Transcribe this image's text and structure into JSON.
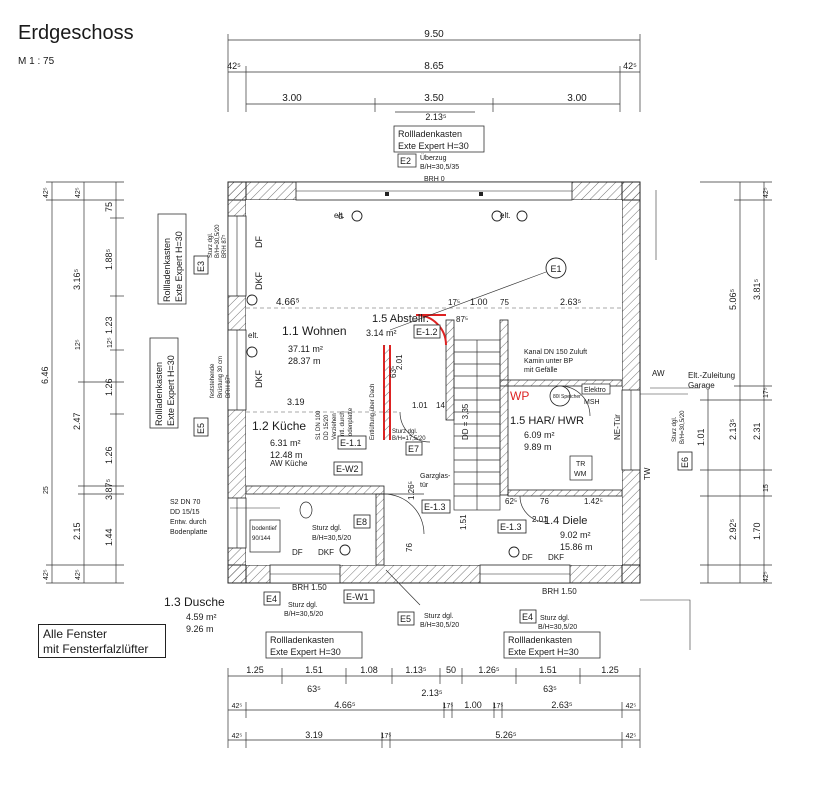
{
  "header": {
    "title": "Erdgeschoss",
    "scale": "M 1 : 75"
  },
  "note": {
    "line1": "Alle Fenster",
    "line2": "mit Fensterfalzlüfter"
  },
  "dims_top": {
    "total": "9.50",
    "inner": "8.65",
    "left_wall": "42⁵",
    "right_wall": "42⁵",
    "seg1": "3.00",
    "seg2": "3.50",
    "seg3": "3.00",
    "small": "2.13⁵"
  },
  "dims_bottom": {
    "row1": [
      "1.25",
      "1.51",
      "1.08",
      "1.13⁵",
      "50",
      "1.26⁵",
      "1.51",
      "1.25"
    ],
    "row1b": [
      "63⁵",
      "2.13⁵",
      "63⁵"
    ],
    "row2": [
      "42⁵",
      "4.66⁵",
      "17⁵",
      "1.00",
      "17⁵",
      "2.63⁵",
      "42⁵"
    ],
    "row3": [
      "42⁵",
      "3.19",
      "17⁵",
      "5.26⁵",
      "42⁵"
    ]
  },
  "dims_left": {
    "outer": "6.46",
    "mid": [
      "3.16⁵",
      "2.47",
      "2.15",
      "3.87⁵"
    ],
    "inner": [
      "75",
      "1.88⁵",
      "1.23",
      "1.26",
      "1.26",
      "1.44"
    ],
    "walls": [
      "42⁵",
      "42⁵",
      "12⁵",
      "12⁵",
      "25",
      "42⁵",
      "42⁵"
    ]
  },
  "dims_right": {
    "outer": "5.06⁵",
    "mid": [
      "3.81⁵",
      "2.31",
      "2.92⁵"
    ],
    "inner": [
      "2.13⁵",
      "1.01",
      "1.70"
    ],
    "walls": [
      "42⁵",
      "17⁵",
      "15",
      "42⁵"
    ]
  },
  "rooms": {
    "wohnen": {
      "name": "1.1 Wohnen",
      "area": "37.11 m²",
      "perimeter": "28.37 m"
    },
    "abstellr": {
      "name": "1.5 Abstellr.",
      "area": "3.14 m²"
    },
    "kueche": {
      "name": "1.2 Küche",
      "area": "6.31 m²",
      "perimeter": "12.48 m"
    },
    "har": {
      "name": "1.5 HAR/ HWR",
      "area": "6.09 m²",
      "perimeter": "9.89 m"
    },
    "diele": {
      "name": "1.4 Diele",
      "area": "9.02 m²",
      "perimeter": "15.86 m"
    },
    "dusche": {
      "name": "1.3 Dusche",
      "area": "4.59 m²",
      "perimeter": "9.26 m"
    }
  },
  "labels": {
    "rolladen_top": [
      "Rollladenkasten",
      "Exte Expert H=30"
    ],
    "rolladen_left1": [
      "Rollladenkasten",
      "Exte Expert H=30"
    ],
    "rolladen_left2": [
      "Rollladenkasten",
      "Exte Expert H=30"
    ],
    "rolladen_bottom1": [
      "Rollladenkasten",
      "Exte Expert H=30"
    ],
    "rolladen_bottom2": [
      "Rollladenkasten",
      "Exte Expert H=30"
    ],
    "e2": "E2",
    "e2_sub": [
      "Überzug",
      "B/H=30,5/35",
      "BRH 0"
    ],
    "e3": "E3",
    "e3_sub": [
      "Sturz dgl.",
      "B/H=30,5/20",
      "BRH 87⁵"
    ],
    "e5": "E5",
    "e5_sub": [
      "feststehende",
      "Brüstung 30 cm",
      "BRH 87⁵"
    ],
    "e4a": "E4",
    "e4b": "E4",
    "e6": "E6",
    "e7": "E7",
    "e8": "E8",
    "e1": "E1",
    "e11": "E-1.1",
    "e12": "E-1.2",
    "e13a": "E-1.3",
    "e13b": "E-1.3",
    "ew1": "E-W1",
    "ew2": "E-W2",
    "sturz": "Sturz dgl.",
    "sturz_bh1": "B/H=17,5/20",
    "sturz_bh2": "B/H=30,5/20",
    "brh150a": "BRH 1.50",
    "brh150b": "BRH 1.50",
    "elt": "elt.",
    "df": "DF",
    "dkf": "DKF",
    "aw": "AW",
    "aw_kueche": "AW Küche",
    "kanal": [
      "Kanal DN 150 Zuluft",
      "Kamin unter BP",
      "mit Gefälle"
    ],
    "elt_zuleitung": [
      "Elt.-Zuleitung",
      "Garage"
    ],
    "s2": [
      "S2 DN 70",
      "DD 15/15",
      "Entw. durch",
      "Bodenplatte"
    ],
    "garzglas": [
      "Garzglas-",
      "tür"
    ],
    "stair": "DD = 3,35",
    "boiler": "80l Speicher",
    "msh": "MSH",
    "elektro": "Elektro",
    "tr_wm": [
      "TR",
      "WM"
    ],
    "ne_tur": "NE-Tür",
    "tw": "TW",
    "wp": "WP",
    "bodentief": [
      "bodentief",
      "90/144"
    ],
    "s1_text": [
      "S1 DN 100",
      "DD 15/20",
      "Verziehen",
      "Entl. durch",
      "Bodenplatte",
      "Entlüftung über Dach"
    ],
    "dim_466": "4.66⁵",
    "dim_263": "2.63⁵",
    "dim_175a": "17⁵",
    "dim_100": "1.00",
    "dim_75": "75",
    "dim_875": "87⁵",
    "dim_319": "3.19",
    "dim_201": "2.01",
    "dim_635": "63⁵",
    "dim_101": "1.01",
    "dim_14": "14",
    "dim_1265": "1.26⁵",
    "dim_625": "62⁵",
    "dim_76": "76",
    "dim_1425": "1.42⁵",
    "dim_2011": "2.01",
    "dim_151": "1.51",
    "dim_76b": "76"
  }
}
